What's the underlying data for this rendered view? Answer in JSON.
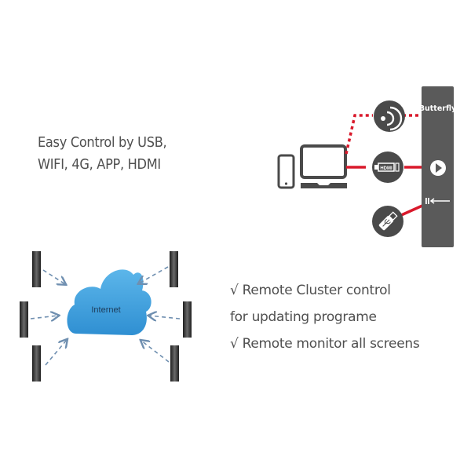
{
  "headline": {
    "line1": "Easy Control by USB,",
    "line2": "WIFI, 4G, APP, HDMI"
  },
  "controller": {
    "label": "Butterfly",
    "inputs": [
      {
        "name": "wifi",
        "icon": "wifi-icon",
        "link": "dotted"
      },
      {
        "name": "hdmi",
        "icon": "hdmi-icon",
        "link": "solid",
        "icon_text": "HDMI"
      },
      {
        "name": "usb",
        "icon": "usb-icon",
        "link": "solid"
      }
    ]
  },
  "devices": [
    "smartphone-icon",
    "laptop-icon"
  ],
  "network": {
    "cloud_label": "Internet",
    "screens_count": 6
  },
  "features": [
    "√ Remote Cluster control",
    "for updating programe",
    "√ Remote monitor all screens"
  ],
  "colors": {
    "text": "#4f4f4f",
    "icon_dark": "#4a4a4a",
    "link_red": "#d9192b",
    "cloud_blue": "#3a9fdc",
    "arrow_blue": "#6f8fb0"
  }
}
